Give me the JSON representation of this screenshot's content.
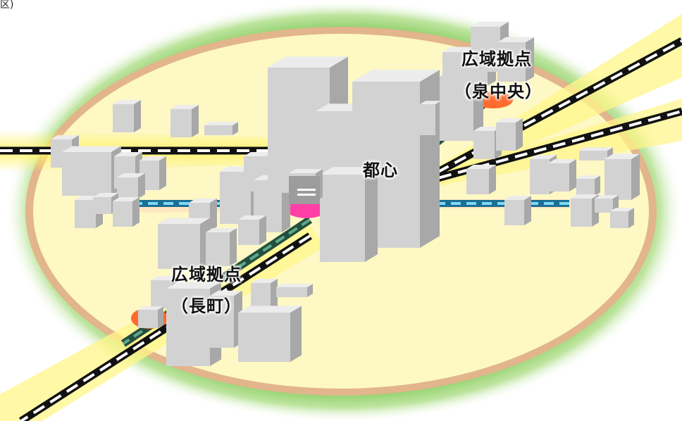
{
  "corner_mark": "区)",
  "labels": {
    "toshin": "都心",
    "izumi_title": "広域拠点",
    "izumi_sub": "（泉中央）",
    "nagamachi_title": "広域拠点",
    "nagamachi_sub": "（長町）"
  },
  "colors": {
    "outer_glow": "#8fd06a",
    "ring": "#e2b58c",
    "inner": "#fdf8c4",
    "rail_dark": "#111111",
    "rail_dash": "#ffffff",
    "subway_green": "#2f6e55",
    "subway_blue": "#33aad9",
    "station_pink": "#ff3fa6",
    "hub_orange": "#ff6b2e",
    "beam": "#fff36a",
    "building_front": "#d2d2d2",
    "building_side": "#a8a8a8",
    "building_top": "#ececec"
  }
}
